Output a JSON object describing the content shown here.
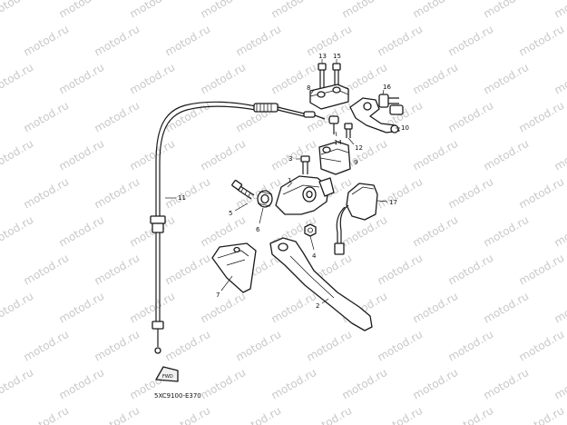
{
  "watermark": "motod.ru",
  "diagram_code": "5XC9100-E370",
  "front_arrow_label": "FWD",
  "callouts": {
    "c1": "1",
    "c2": "2",
    "c3": "3",
    "c4": "4",
    "c5": "5",
    "c6": "6",
    "c7": "7",
    "c8": "8",
    "c9": "9",
    "c10": "10",
    "c11": "11",
    "c12": "12",
    "c13": "13",
    "c14": "14",
    "c15": "15",
    "c16": "16",
    "c17": "17"
  }
}
